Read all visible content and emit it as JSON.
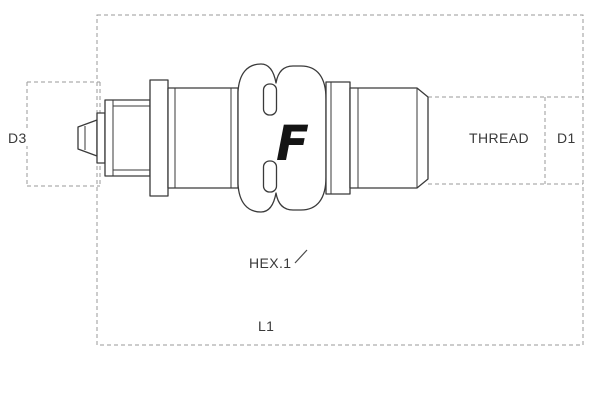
{
  "drawing": {
    "logo": "F"
  },
  "labels": {
    "d3": "D3",
    "thread": "THREAD",
    "d1": "D1",
    "hex1": "HEX.1",
    "l1": "L1"
  },
  "colors": {
    "line": "#3a3a3a",
    "dash": "#9a9a9a",
    "background": "#ffffff",
    "logo": "#141414"
  }
}
